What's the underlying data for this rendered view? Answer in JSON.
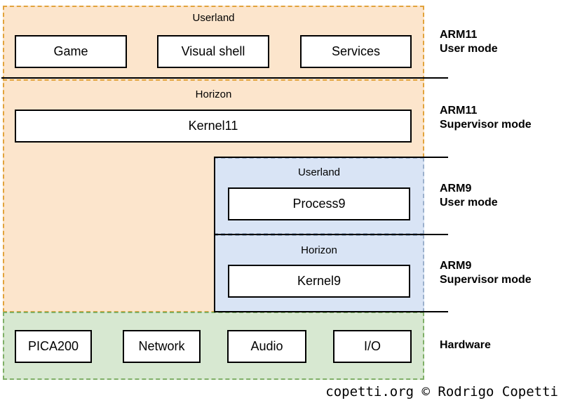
{
  "diagram": {
    "sections": {
      "arm11_userland": {
        "title": "Userland"
      },
      "arm11_horizon": {
        "title": "Horizon"
      },
      "arm9_userland": {
        "title": "Userland"
      },
      "arm9_horizon": {
        "title": "Horizon"
      }
    },
    "boxes": {
      "game": "Game",
      "visual_shell": "Visual shell",
      "services": "Services",
      "kernel11": "Kernel11",
      "process9": "Process9",
      "kernel9": "Kernel9",
      "pica200": "PICA200",
      "network": "Network",
      "audio": "Audio",
      "io": "I/O"
    },
    "labels": {
      "arm11_user": {
        "line1": "ARM11",
        "line2": "User mode"
      },
      "arm11_super": {
        "line1": "ARM11",
        "line2": "Supervisor mode"
      },
      "arm9_user": {
        "line1": "ARM9",
        "line2": "User mode"
      },
      "arm9_super": {
        "line1": "ARM9",
        "line2": "Supervisor mode"
      },
      "hardware": {
        "line1": "Hardware"
      }
    },
    "colors": {
      "arm11_fill": "#FCE5CC",
      "arm11_stroke": "#E2A33C",
      "arm9_fill": "#D9E4F5",
      "arm9_stroke": "#9BB0CC",
      "hardware_fill": "#D7E8D1",
      "hardware_stroke": "#7FAF67",
      "separator_line": "#000000",
      "box_fill": "#FFFFFF",
      "box_stroke": "#000000"
    }
  },
  "credit": "copetti.org © Rodrigo Copetti"
}
